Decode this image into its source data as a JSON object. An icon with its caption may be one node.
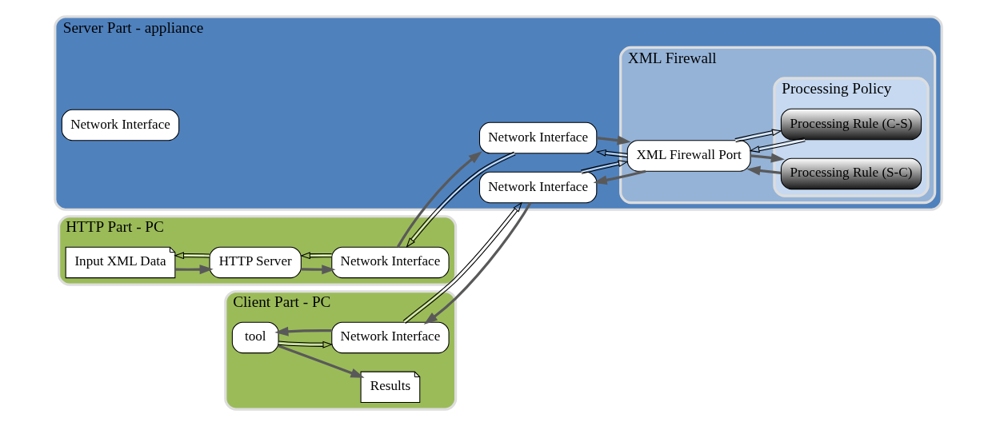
{
  "diagram": {
    "nodes": [
      {
        "text": [
          "Client Part - PC"
        ]
      },
      {
        "text": [
          "Results"
        ],
        "in": 0
      },
      {
        "text": [
          "tool"
        ],
        "in": 0
      },
      {
        "text": [
          "Network Interface"
        ],
        "in": 0
      },
      {
        "text": [
          "HTTP Part - PC"
        ]
      },
      {
        "text": [
          "Input XML Data"
        ],
        "in": 4
      },
      {
        "text": [
          "HTTP Server"
        ],
        "in": 4
      },
      {
        "text": [
          "Network Interface"
        ],
        "in": 4
      },
      {
        "text": [
          "Server Part - appliance"
        ]
      },
      {
        "text": [
          "Network Interface"
        ],
        "in": 8
      },
      {
        "text": [
          "Network Interface"
        ],
        "in": 8
      },
      {
        "text": [
          "Network Interface"
        ],
        "in": 8
      },
      {
        "text": [
          "XML Firewall"
        ],
        "in": 8
      },
      {
        "text": [
          "XML Firewall Port"
        ],
        "in": 12
      },
      {
        "text": [
          "Processing Policy"
        ],
        "in": 12
      },
      {
        "text": [
          "Processing Rule (C-S)"
        ],
        "in": 14
      },
      {
        "text": [
          "Processing Rule (S-C)"
        ],
        "in": 14
      }
    ],
    "edges": [
      {
        "from": 2,
        "to": 3,
        "arrow": "to"
      },
      {
        "from": 3,
        "to": 9,
        "arrow": "to"
      },
      {
        "from": 9,
        "to": 13,
        "arrow": "to"
      },
      {
        "from": 13,
        "to": 15,
        "arrow": "to"
      },
      {
        "from": 15,
        "to": 13,
        "arrow": "to"
      },
      {
        "from": 13,
        "to": 11,
        "arrow": "to"
      },
      {
        "from": 11,
        "to": 7,
        "arrow": "to"
      },
      {
        "from": 7,
        "to": 6,
        "arrow": "to"
      },
      {
        "from": 6,
        "to": 5,
        "arrow": "to"
      },
      {
        "from": 5,
        "to": 6,
        "arrow": "to",
        "color": "#595959"
      },
      {
        "from": 6,
        "to": 7,
        "arrow": "to",
        "color": "#595959"
      },
      {
        "from": 7,
        "to": 11,
        "arrow": "to",
        "color": "#595959"
      },
      {
        "from": 11,
        "to": 13,
        "arrow": "to",
        "color": "#595959"
      },
      {
        "from": 13,
        "to": 16,
        "arrow": "to",
        "color": "#595959"
      },
      {
        "from": 16,
        "to": 13,
        "arrow": "to",
        "color": "#595959"
      },
      {
        "from": 13,
        "to": 9,
        "arrow": "to",
        "color": "#595959"
      },
      {
        "from": 9,
        "to": 3,
        "arrow": "to",
        "color": "#595959"
      },
      {
        "from": 3,
        "to": 2,
        "arrow": "to",
        "color": "#595959"
      },
      {
        "from": 2,
        "to": 1,
        "arrow": "to",
        "color": "#595959"
      }
    ]
  }
}
